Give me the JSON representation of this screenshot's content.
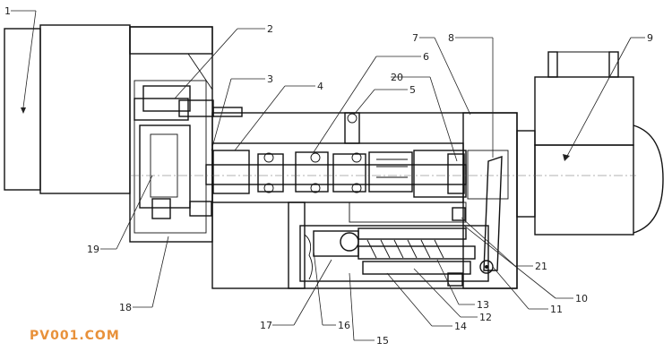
{
  "watermark": "PV001.COM",
  "callouts": [
    {
      "id": "c1",
      "label": "1"
    },
    {
      "id": "c2",
      "label": "2"
    },
    {
      "id": "c3",
      "label": "3"
    },
    {
      "id": "c4",
      "label": "4"
    },
    {
      "id": "c5",
      "label": "5"
    },
    {
      "id": "c6",
      "label": "6"
    },
    {
      "id": "c7",
      "label": "7"
    },
    {
      "id": "c8",
      "label": "8"
    },
    {
      "id": "c9",
      "label": "9"
    },
    {
      "id": "c10",
      "label": "10"
    },
    {
      "id": "c11",
      "label": "11"
    },
    {
      "id": "c12",
      "label": "12"
    },
    {
      "id": "c13",
      "label": "13"
    },
    {
      "id": "c14",
      "label": "14"
    },
    {
      "id": "c15",
      "label": "15"
    },
    {
      "id": "c16",
      "label": "16"
    },
    {
      "id": "c17",
      "label": "17"
    },
    {
      "id": "c18",
      "label": "18"
    },
    {
      "id": "c19",
      "label": "19"
    },
    {
      "id": "c20",
      "label": "20"
    },
    {
      "id": "c21",
      "label": "21"
    }
  ]
}
